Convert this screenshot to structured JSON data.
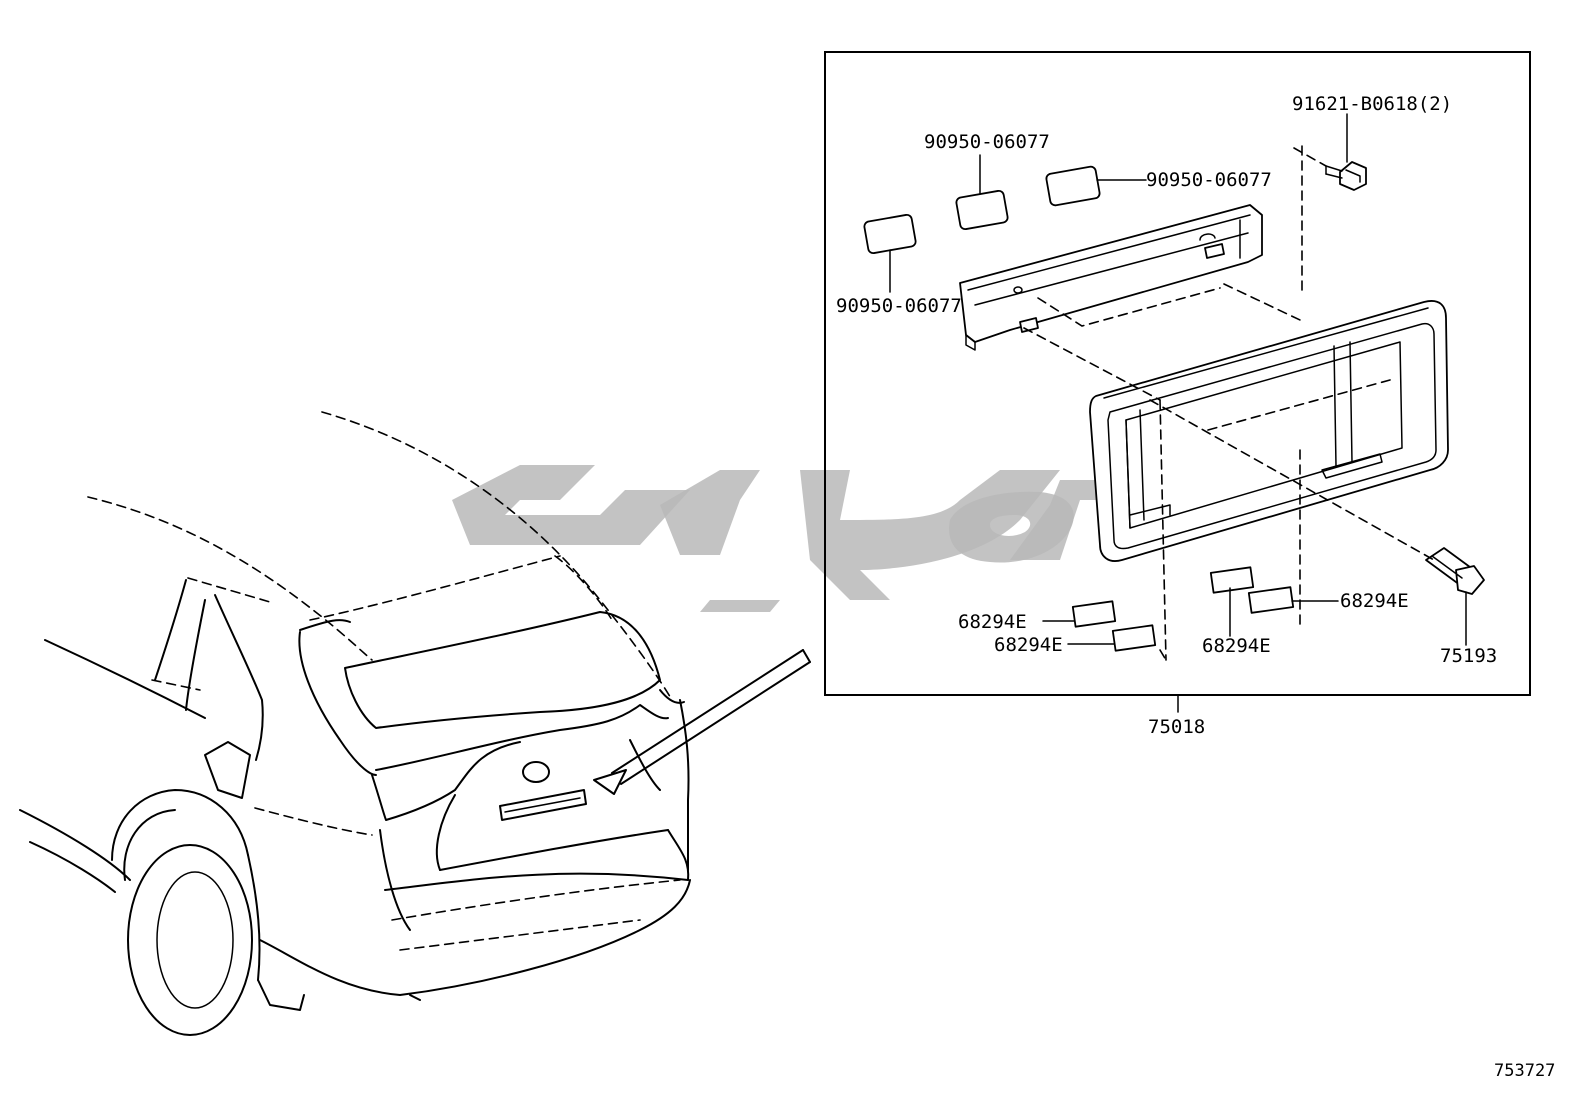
{
  "labels": {
    "bolt": "91621-B0618(2)",
    "plug_top": "90950-06077",
    "plug_right": "90950-06077",
    "plug_left": "90950-06077",
    "cushion_a": "68294E",
    "cushion_b": "68294E",
    "cushion_c": "68294E",
    "cushion_d": "68294E",
    "socket": "75193",
    "assembly": "75018",
    "figure_number": "753727"
  },
  "colors": {
    "line": "#000000",
    "watermark": "#b9b9b9",
    "background": "#ffffff"
  }
}
